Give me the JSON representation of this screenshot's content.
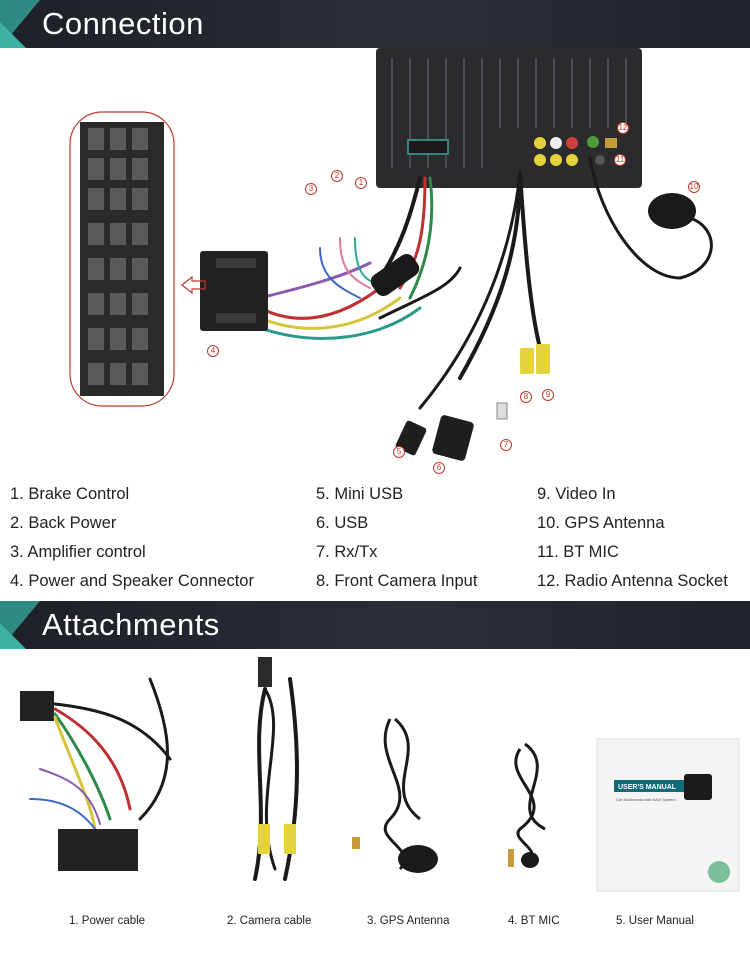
{
  "headers": {
    "connection": "Connection",
    "attachments": "Attachments"
  },
  "markers": [
    "1",
    "2",
    "3",
    "4",
    "5",
    "6",
    "7",
    "8",
    "9",
    "10",
    "11",
    "12"
  ],
  "legend": {
    "col1": [
      "1. Brake Control",
      "2. Back Power",
      "3. Amplifier control",
      "4. Power and Speaker Connector"
    ],
    "col2": [
      "5. Mini USB",
      "6. USB",
      "7. Rx/Tx",
      "8. Front Camera Input"
    ],
    "col3": [
      "9. Video In",
      "10. GPS Antenna",
      "11. BT MIC",
      "12. Radio Antenna Socket"
    ]
  },
  "attachments": {
    "items": [
      "1. Power cable",
      "2. Camera cable",
      "3. GPS Antenna",
      "4. BT MIC",
      "5. User Manual"
    ],
    "manual_title": "USER'S MANUAL",
    "manual_subtitle": "Car Multimedia with NAVI System"
  },
  "colors": {
    "header_bg": "#23272f",
    "accent": "#3fb0a4",
    "marker": "#c0392b"
  }
}
